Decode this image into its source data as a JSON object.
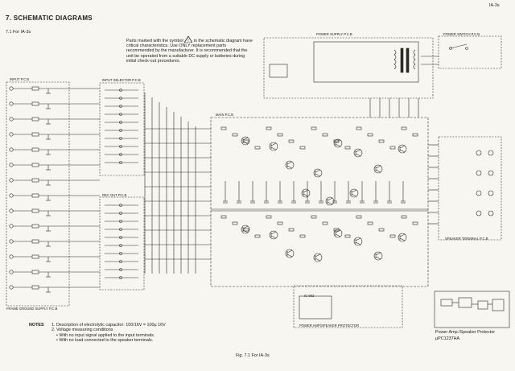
{
  "page": {
    "number": "IA-3s"
  },
  "section": {
    "title": "7.   SCHEMATIC DIAGRAMS",
    "subtitle": "7.1  For IA-3s"
  },
  "warning": {
    "line1_a": "Parts marked with the symbol",
    "line1_b": "in the schematic",
    "rest": "diagram have critical characteristics. Use ONLY replacement parts recommended by the manufacturer. It is recommended that the unit be operated from a suitable DC supply or batteries during initial check-out procedures."
  },
  "blocks": {
    "input": "INPUT P.C.B",
    "input_selector": "INPUT SELECTOR P.C.B",
    "rec_out": "REC OUT P.C.B",
    "main": "MAIN P.C.B",
    "power_supply": "POWER SUPPLY P.C.B",
    "power_switch": "POWER SWITCH P.C.B",
    "speaker_terminal": "SPEAKER TERMINAL P.C.B",
    "power_amp": "POWER AMP/SPEAKER PROTECTOR",
    "ic": "IC 902"
  },
  "footer_left": "FRAME GROUND SUPPLY P.C.B",
  "notes": {
    "label": "NOTES",
    "items": [
      "1.  Description of electrolytic capacitor: 100/16V = 100µ 16V",
      "2.  Voltage measuring conditions",
      "• With no input signal applied to the input terminals.",
      "• With no load connected to the speaker terminals."
    ]
  },
  "figure_caption": "Fig. 7.1  For IA-3s",
  "ic_caption": {
    "line1": "Power Amp./Speaker Protector",
    "line2": "µPC1237HA"
  }
}
